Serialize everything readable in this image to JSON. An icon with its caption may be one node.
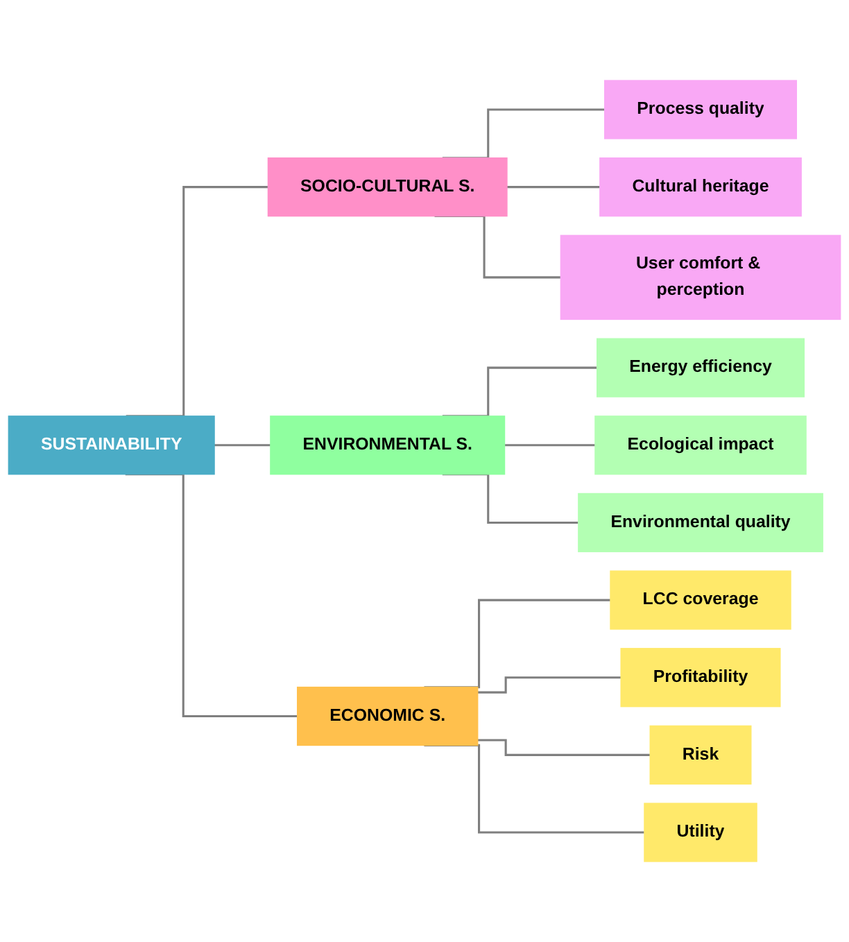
{
  "diagram": {
    "nodes": [
      {
        "text": [
          "SUSTAINABILITY"
        ]
      },
      {
        "text": [
          "SOCIO-CULTURAL S."
        ]
      },
      {
        "text": [
          "ENVIRONMENTAL S."
        ]
      },
      {
        "text": [
          "ECONOMIC S."
        ]
      },
      {
        "text": [
          "Process quality"
        ]
      },
      {
        "text": [
          "Cultural heritage"
        ]
      },
      {
        "text": [
          "User comfort & perception"
        ]
      },
      {
        "text": [
          "Energy efficiency"
        ]
      },
      {
        "text": [
          "Ecological impact"
        ]
      },
      {
        "text": [
          "Environmental quality"
        ]
      },
      {
        "text": [
          "LCC coverage"
        ]
      },
      {
        "text": [
          "Profitability"
        ]
      },
      {
        "text": [
          "Risk"
        ]
      },
      {
        "text": [
          "Utility"
        ]
      }
    ],
    "edges": [
      {
        "from": 0,
        "to": 1,
        "arrow": "none"
      },
      {
        "from": 0,
        "to": 2,
        "arrow": "none"
      },
      {
        "from": 0,
        "to": 3,
        "arrow": "none"
      },
      {
        "from": 1,
        "to": 4,
        "arrow": "none"
      },
      {
        "from": 1,
        "to": 5,
        "arrow": "none"
      },
      {
        "from": 1,
        "to": 6,
        "arrow": "none"
      },
      {
        "from": 2,
        "to": 7,
        "arrow": "none"
      },
      {
        "from": 2,
        "to": 8,
        "arrow": "none"
      },
      {
        "from": 2,
        "to": 9,
        "arrow": "none"
      },
      {
        "from": 3,
        "to": 10,
        "arrow": "none"
      },
      {
        "from": 3,
        "to": 11,
        "arrow": "none"
      },
      {
        "from": 3,
        "to": 12,
        "arrow": "none"
      },
      {
        "from": 3,
        "to": 13,
        "arrow": "none"
      }
    ]
  }
}
